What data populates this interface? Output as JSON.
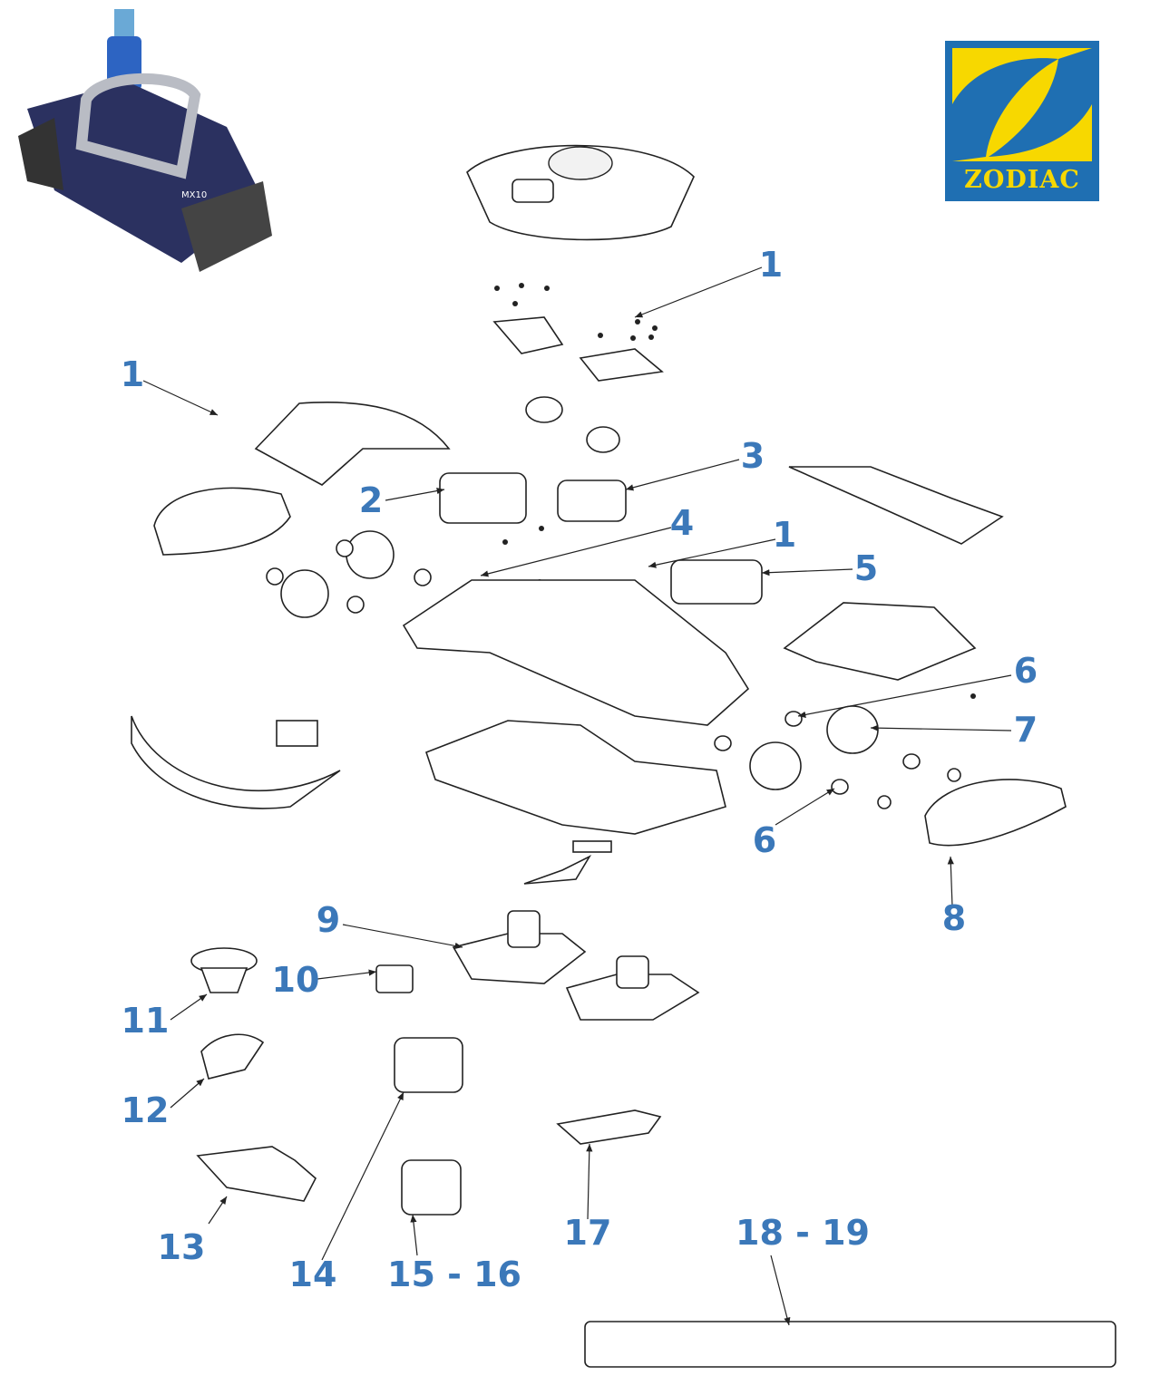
{
  "brand": {
    "logo_text": "ZODIAC",
    "colors": {
      "blue": "#1f6fb2",
      "yellow": "#f7d800",
      "label": "#3b78b9"
    }
  },
  "product_badge": "MX10",
  "callouts": [
    "1",
    "1",
    "3",
    "2",
    "4",
    "1",
    "5",
    "6",
    "7",
    "6",
    "8",
    "9",
    "10",
    "11",
    "12",
    "13",
    "14",
    "15 - 16",
    "17",
    "18 - 19"
  ]
}
